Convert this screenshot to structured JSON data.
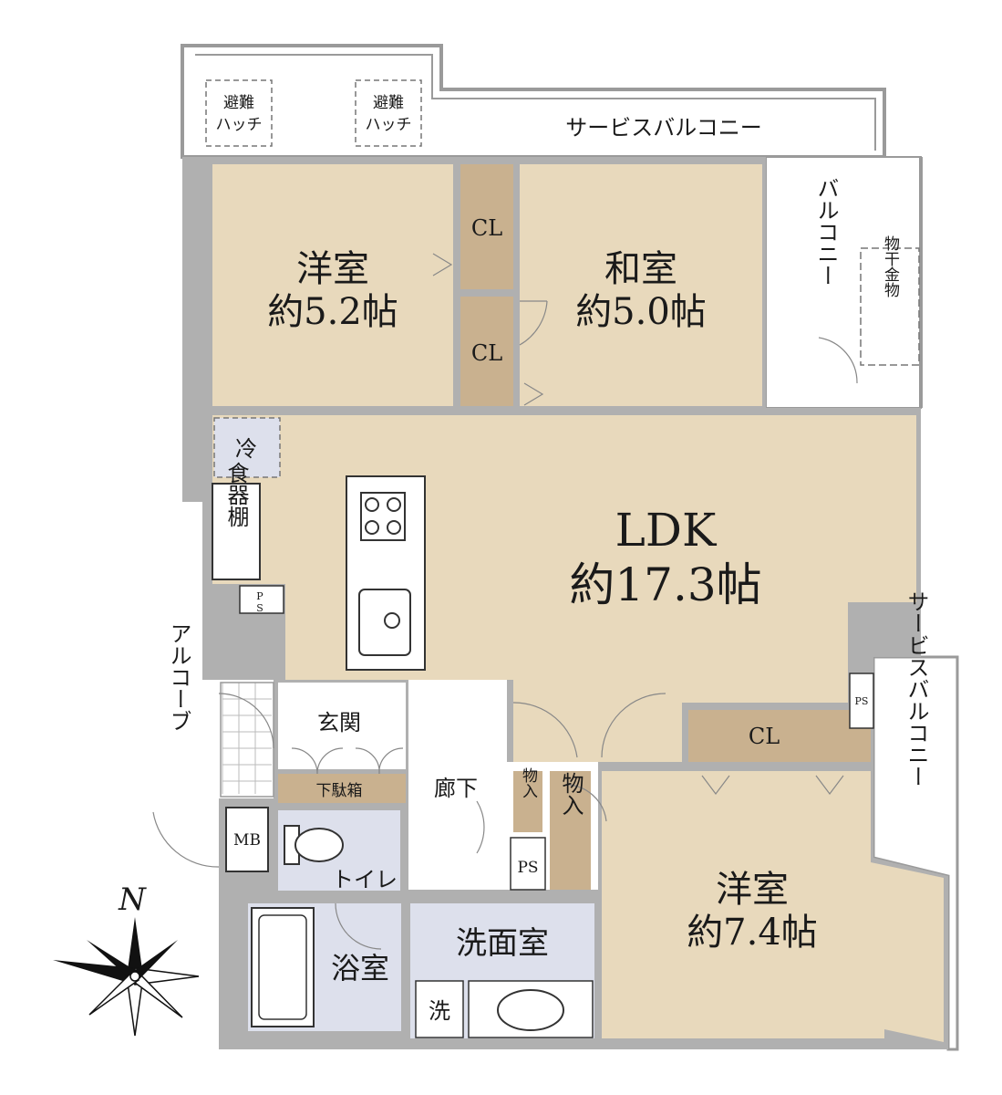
{
  "rooms": {
    "western1": {
      "name": "洋室",
      "size": "約5.2帖"
    },
    "japanese": {
      "name": "和室",
      "size": "約5.0帖"
    },
    "ldk": {
      "name": "LDK",
      "size": "約17.3帖"
    },
    "western2": {
      "name": "洋室",
      "size": "約7.4帖"
    }
  },
  "labels": {
    "service_balcony_top": "サービスバルコニー",
    "hatch_line1": "避難",
    "hatch_line2": "ハッチ",
    "balcony": "バルコニー",
    "drying_rod": "物干金物",
    "closet": "CL",
    "fridge": "冷",
    "cupboard": "食器棚",
    "ps": "PS",
    "ps_small_1": "P",
    "ps_small_2": "S",
    "entrance": "玄関",
    "shoe_box": "下駄箱",
    "hallway": "廊下",
    "storage": "物入",
    "alcove": "アルコーブ",
    "mb": "MB",
    "toilet": "トイレ",
    "bath": "浴室",
    "washroom": "洗面室",
    "washer": "洗",
    "service_balcony_side": "サービスバルコニー",
    "north": "N"
  },
  "colors": {
    "room": "#e8d9bc",
    "closet": "#c9b18f",
    "wet": "#dde0ec",
    "wall": "#a8a8a8",
    "white": "#ffffff"
  }
}
